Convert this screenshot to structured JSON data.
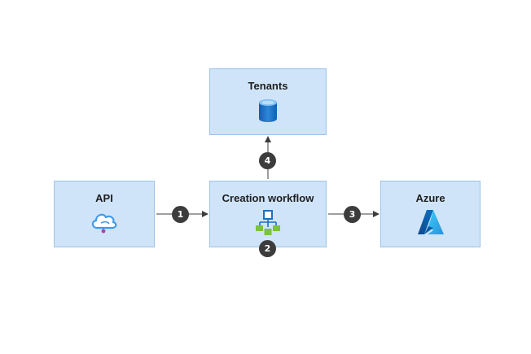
{
  "nodes": {
    "tenants": {
      "label": "Tenants",
      "icon": "database-icon"
    },
    "api": {
      "label": "API",
      "icon": "cloud-api-icon"
    },
    "workflow": {
      "label": "Creation workflow",
      "icon": "workflow-icon"
    },
    "azure": {
      "label": "Azure",
      "icon": "azure-logo-icon"
    }
  },
  "steps": [
    "1",
    "2",
    "3",
    "4"
  ],
  "colors": {
    "node_fill": "#cfe4f8",
    "node_border": "#9cc3e8",
    "connector": "#3c3c3c",
    "badge": "#3c3c3c"
  }
}
